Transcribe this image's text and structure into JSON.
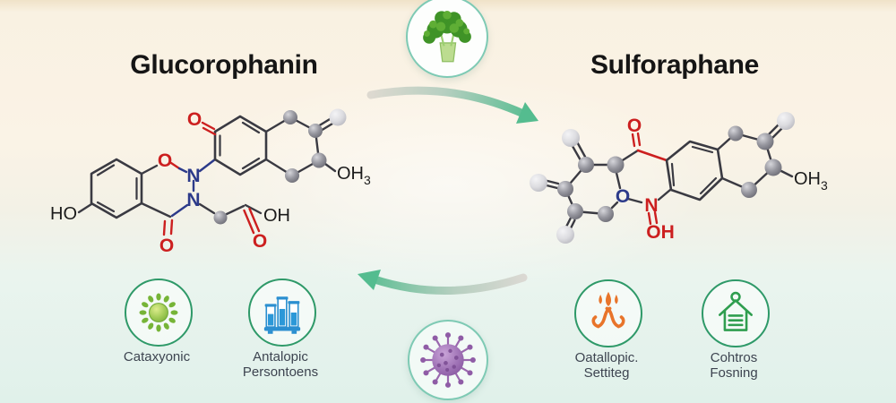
{
  "titles": {
    "left": "Glucorophanin",
    "right": "Sulforaphane"
  },
  "atoms": {
    "o": "O",
    "n": "N",
    "ho": "HO",
    "oh": "OH",
    "sub3": "3"
  },
  "center_icons": {
    "top": "broccoli-icon",
    "bottom": "virus-icon"
  },
  "bottom_items": [
    {
      "icon": "cell-icon",
      "lines": [
        "Cataxyonic",
        ""
      ]
    },
    {
      "icon": "test-tubes-icon",
      "lines": [
        "Antalopic",
        "Persontoens"
      ]
    },
    {
      "icon": "flame-icon",
      "lines": [
        "Oatallopic.",
        "Settiteg"
      ]
    },
    {
      "icon": "house-icon",
      "lines": [
        "Cohtros",
        "Fosning"
      ]
    }
  ],
  "colors": {
    "background_top": "#f9f1e2",
    "background_bottom": "#e0f1ea",
    "title_text": "#151515",
    "arrow_teal": "#58bd91",
    "arrow_gray": "#dcd8d0",
    "bond_dark": "#3a3a42",
    "atom_red": "#cc1f1f",
    "atom_blue": "#2c3a8a",
    "circle_border_green": "#2e9968",
    "icon_green": "#76b437",
    "icon_blue": "#2b92d4",
    "icon_orange": "#e8742a",
    "icon_house_green": "#2f9e4f",
    "virus_purple": "#9c6bb3"
  }
}
